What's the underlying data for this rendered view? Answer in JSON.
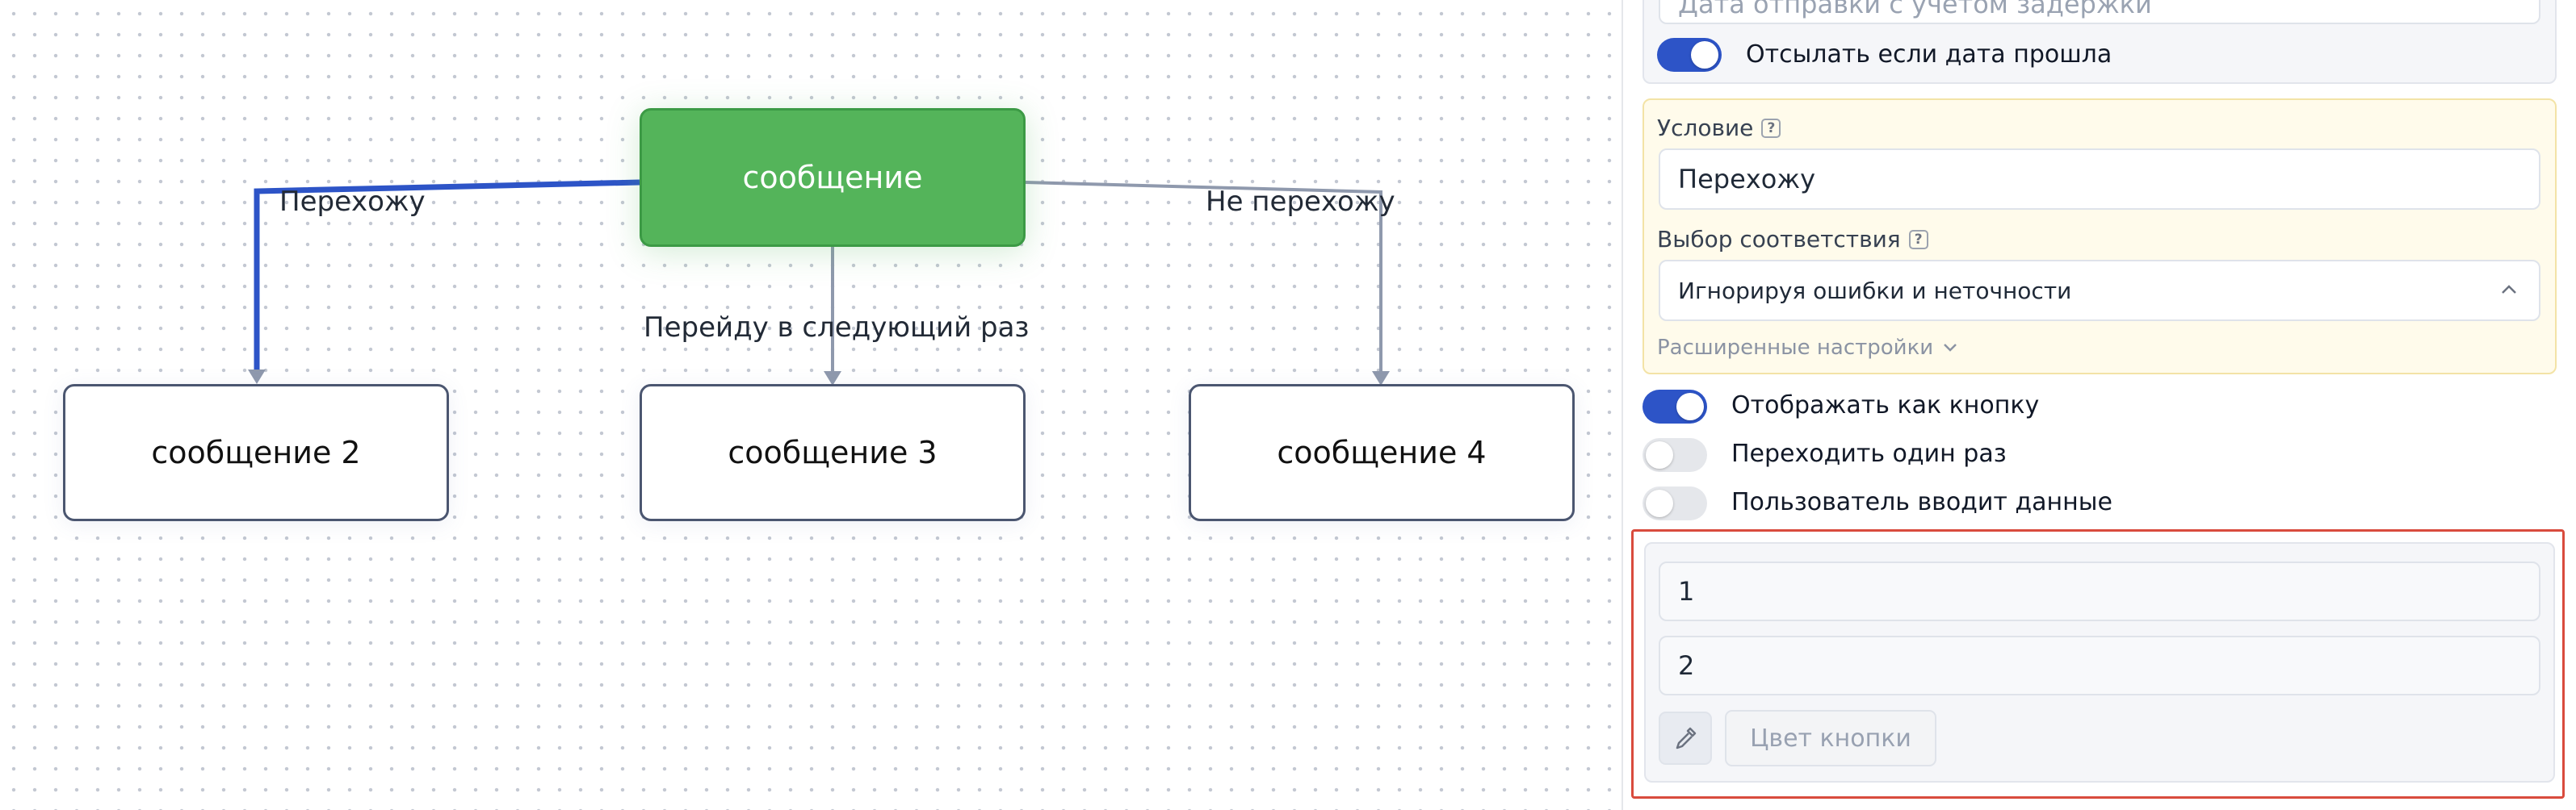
{
  "canvas": {
    "nodes": {
      "main": "сообщение",
      "n2": "сообщение 2",
      "n3": "сообщение 3",
      "n4": "сообщение 4"
    },
    "edge_labels": {
      "left": "Перехожу",
      "middle": "Перейду в следующий раз",
      "right": "Не перехожу"
    },
    "colors": {
      "active_node": "#54b45a",
      "selected_edge": "#2d54c7",
      "edge": "#8f99ad"
    }
  },
  "panel": {
    "send_date_placeholder": "Дата отправки с учетом задержки",
    "send_if_past_label": "Отсылать если дата прошла",
    "condition_label": "Условие",
    "condition_value": "Перехожу",
    "match_label": "Выбор соответствия",
    "match_value": "Игнорируя ошибки и неточности",
    "advanced_label": "Расширенные настройки",
    "toggles": {
      "show_as_button": "Отображать как кнопку",
      "go_once": "Переходить один раз",
      "user_input": "Пользователь вводит данные"
    },
    "inputs": {
      "first": "1",
      "second": "2"
    },
    "button_color_label": "Цвет кнопки",
    "help_glyph": "?",
    "icons": {
      "chevron_up": "chevron-up-icon",
      "chevron_down": "chevron-down-icon",
      "pipette": "pipette-icon"
    },
    "colors": {
      "highlight_border": "#d94b3d",
      "toggle_on": "#2d54c7"
    }
  }
}
